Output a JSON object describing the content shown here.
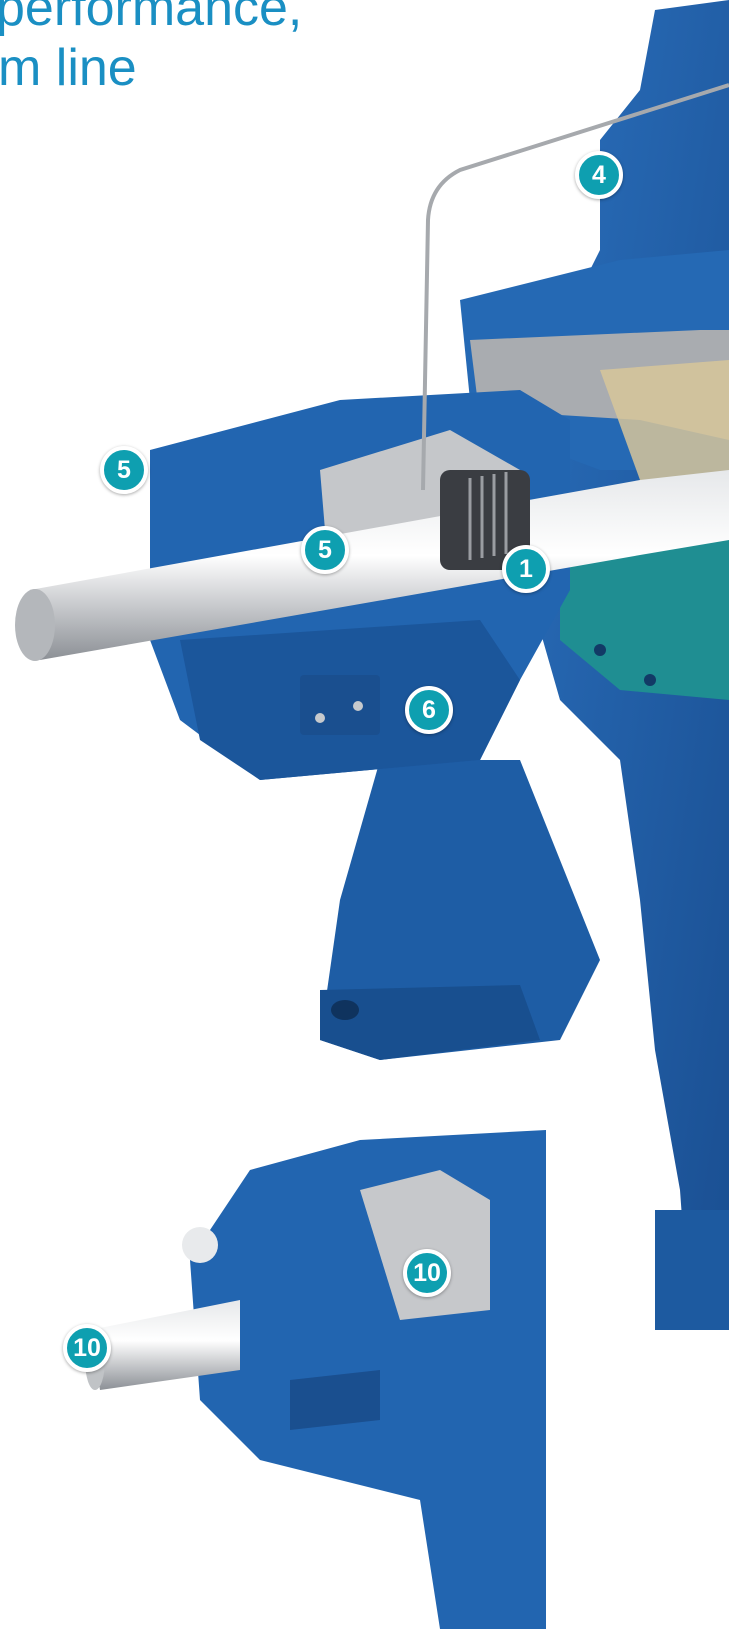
{
  "headline": {
    "line1": "performance,",
    "line2": "m line"
  },
  "colors": {
    "headline": "#1a8fc3",
    "callout": "#0e9fb0",
    "pump_body": "#1f5fa8",
    "steel": "#b9bcc0",
    "flange": "#1f8e92"
  },
  "callouts": {
    "c4": "4",
    "c5a": "5",
    "c5b": "5",
    "c1": "1",
    "c6": "6",
    "c10a": "10",
    "c10b": "10"
  }
}
